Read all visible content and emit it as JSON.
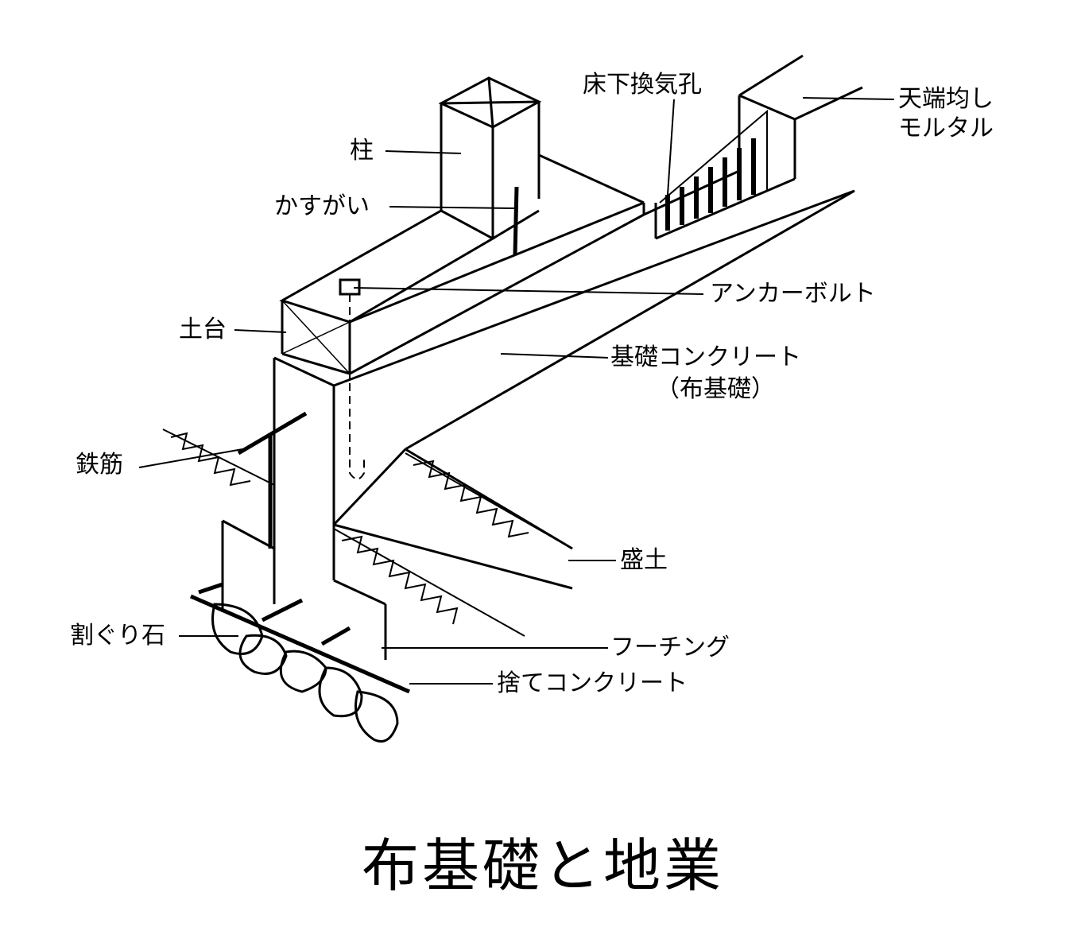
{
  "title": "布基礎と地業",
  "labels": {
    "post": "柱",
    "clamp": "かすがい",
    "vent": "床下換気孔",
    "top_leveling_1": "天端均し",
    "top_leveling_2": "モルタル",
    "anchor_bolt": "アンカーボルト",
    "sill": "土台",
    "foundation_concrete": "基礎コンクリート",
    "continuous_footing": "（布基礎）",
    "rebar": "鉄筋",
    "fill": "盛土",
    "crushed_stone": "割ぐり石",
    "footing": "フーチング",
    "leveling_concrete": "捨てコンクリート"
  }
}
